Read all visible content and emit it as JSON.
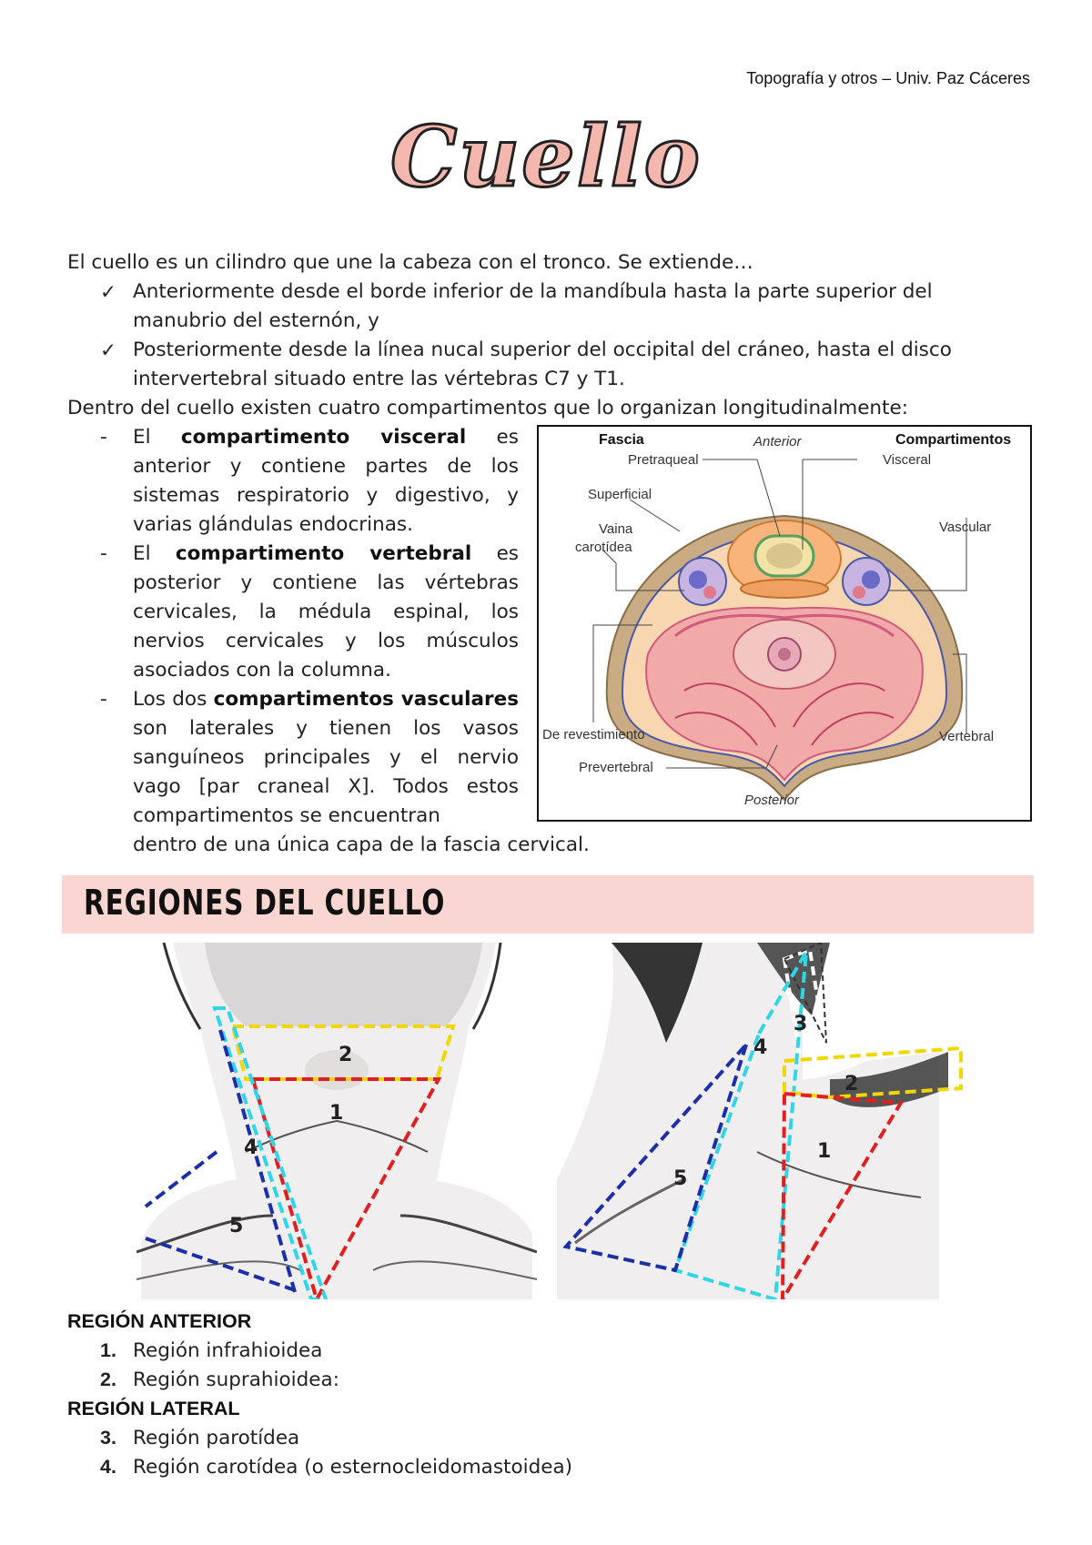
{
  "header": "Topografía y otros – Univ. Paz Cáceres",
  "title": "Cuello",
  "intro": "El cuello es un cilindro que une la cabeza con el tronco. Se extiende…",
  "checks": [
    {
      "line1": "Anteriormente desde el borde inferior de la mandíbula hasta la parte superior del",
      "line2": "manubrio del esternón, y"
    },
    {
      "line1": "Posteriormente desde la línea nucal superior del occipital del cráneo, hasta el disco",
      "line2": "intervertebral situado entre las vértebras C7 y T1."
    }
  ],
  "compartments_intro": "Dentro del cuello existen cuatro compartimentos que lo organizan longitudinalmente:",
  "compartments": [
    {
      "pre": "El",
      "bold": "compartimento visceral",
      "post": "es anterior y contiene partes de los sistemas respiratorio y digestivo, y varias glándulas endocrinas."
    },
    {
      "pre": "El",
      "bold": "compartimento vertebral",
      "post": "es posterior y contiene las vértebras cervicales, la médula espinal, los nervios cervicales y los músculos asociados con la columna."
    },
    {
      "pre": "Los dos",
      "bold": "compartimentos vasculares",
      "post": "son laterales y tienen los vasos sanguíneos principales y el nervio vago [par craneal X]. Todos estos compartimentos se encuentran"
    }
  ],
  "compartments_tail": "dentro de una única capa de la fascia cervical.",
  "figure": {
    "fascia": "Fascia",
    "anterior": "Anterior",
    "compartimentos": "Compartimentos",
    "pretraqueal": "Pretraqueal",
    "visceral": "Visceral",
    "superficial": "Superficial",
    "vaina": "Vaina",
    "carotidea": "carotídea",
    "vascular": "Vascular",
    "de_revestimiento": "De revestimiento",
    "vertebral": "Vertebral",
    "prevertebral": "Prevertebral",
    "posterior": "Posterior"
  },
  "banner": "REGIONES DEL CUELLO",
  "neck_labels": [
    "1",
    "2",
    "3",
    "4",
    "5"
  ],
  "regions": {
    "anterior_title": "REGIÓN ANTERIOR",
    "anterior_items": [
      {
        "num": "1.",
        "label": "Región infrahioidea"
      },
      {
        "num": "2.",
        "label": "Región suprahioidea:"
      }
    ],
    "lateral_title": "REGIÓN LATERAL",
    "lateral_items": [
      {
        "num": "3.",
        "label": "Región parotídea"
      },
      {
        "num": "4.",
        "label": "Región carotídea (o esternocleidomastoidea)"
      }
    ]
  },
  "colors": {
    "accent_pink": "#f9d6d1",
    "title_fill": "#f4b7ae",
    "red_dash": "#e02020",
    "yellow_dash": "#f1d600",
    "cyan_dash": "#2fd6e8",
    "blue_dash": "#1b2fa8"
  }
}
